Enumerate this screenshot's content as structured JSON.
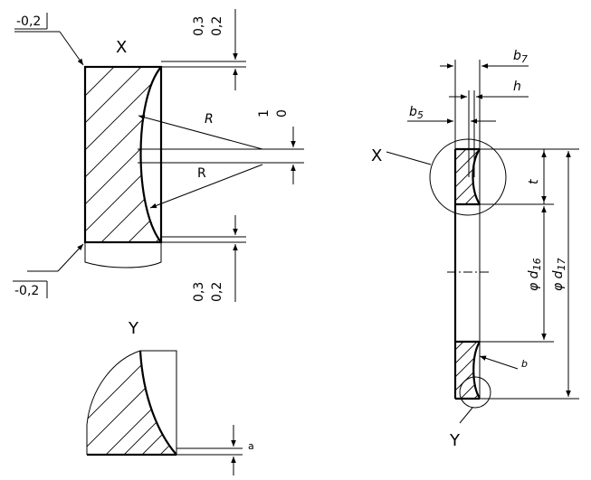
{
  "detail_x": {
    "title": "X",
    "tol_top": "-0,2",
    "tol_bottom": "-0,2",
    "radius_label": "R",
    "dim_top": [
      "0,3",
      "0,2"
    ],
    "dim_bottom": [
      "0,3",
      "0,2"
    ],
    "dim_offset": [
      "1",
      "0"
    ]
  },
  "detail_y": {
    "title": "Y",
    "dim_a": "a"
  },
  "main_view": {
    "x_callout": "X",
    "y_callout": "Y",
    "b7": "b",
    "b7_sub": "7",
    "h": "h",
    "b5": "b",
    "b5_sub": "5",
    "t": "t",
    "d16": "φ d",
    "d16_sub": "16",
    "d17": "φ d",
    "d17_sub": "17",
    "b_leader": "b"
  }
}
